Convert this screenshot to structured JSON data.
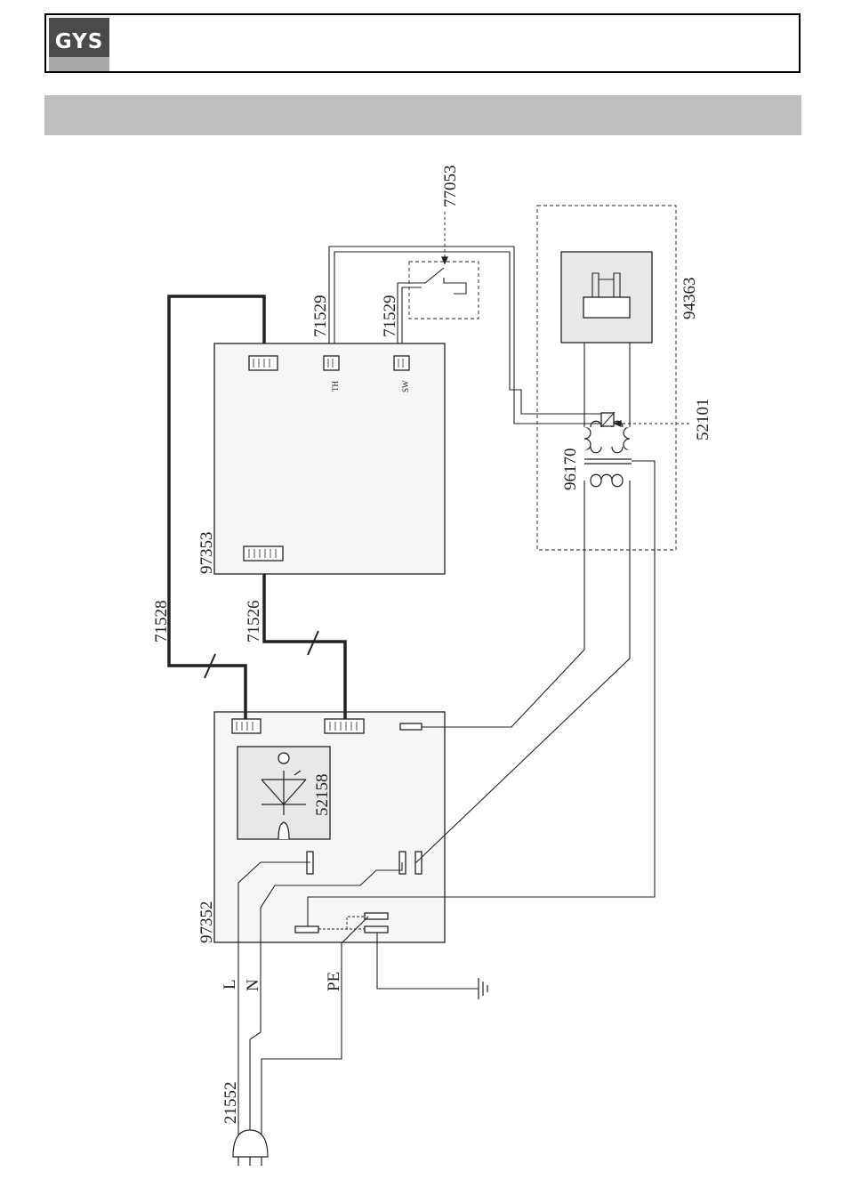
{
  "header": {
    "logo_text": "GYS"
  },
  "labels": {
    "cable_71528": "71528",
    "cable_71526": "71526",
    "board_97353": "97353",
    "board_97352": "97352",
    "wire_th": "71529",
    "wire_sw": "71529",
    "switch_77053": "77053",
    "module_94363": "94363",
    "sensor_52101": "52101",
    "transformer_96170": "96170",
    "rectifier_52158": "52158",
    "mains_cable_21552": "21552",
    "line_L": "L",
    "neutral_N": "N",
    "earth_PE": "PE",
    "connector_th": "TH",
    "connector_sw": "SW"
  }
}
